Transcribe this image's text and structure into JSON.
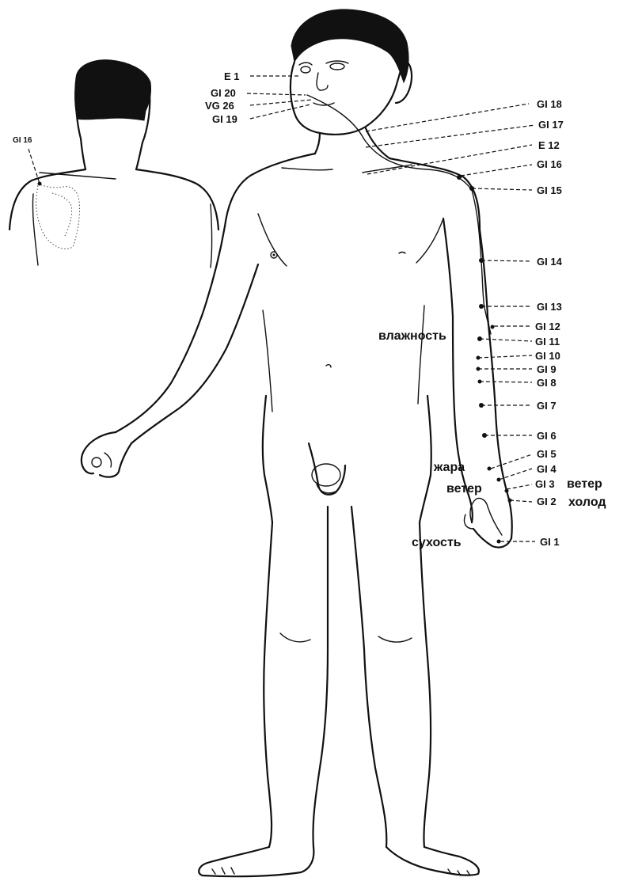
{
  "points": [
    {
      "id": "e1",
      "label": "E 1"
    },
    {
      "id": "gi20",
      "label": "GI 20"
    },
    {
      "id": "vg26",
      "label": "VG 26"
    },
    {
      "id": "gi19",
      "label": "GI 19"
    },
    {
      "id": "gi18",
      "label": "GI 18"
    },
    {
      "id": "gi17",
      "label": "GI 17"
    },
    {
      "id": "e12",
      "label": "E 12"
    },
    {
      "id": "gi16",
      "label": "GI 16"
    },
    {
      "id": "gi15",
      "label": "GI 15"
    },
    {
      "id": "gi14",
      "label": "GI 14"
    },
    {
      "id": "gi13",
      "label": "GI 13"
    },
    {
      "id": "gi12",
      "label": "GI 12"
    },
    {
      "id": "gi11",
      "label": "GI 11"
    },
    {
      "id": "gi10",
      "label": "GI 10"
    },
    {
      "id": "gi9",
      "label": "GI 9"
    },
    {
      "id": "gi8",
      "label": "GI 8"
    },
    {
      "id": "gi7",
      "label": "GI 7"
    },
    {
      "id": "gi6",
      "label": "GI 6"
    },
    {
      "id": "gi5",
      "label": "GI 5"
    },
    {
      "id": "gi4",
      "label": "GI 4"
    },
    {
      "id": "gi3",
      "label": "GI 3"
    },
    {
      "id": "gi2",
      "label": "GI 2"
    },
    {
      "id": "gi1",
      "label": "GI 1"
    },
    {
      "id": "back_gi16",
      "label": "GI 16"
    }
  ],
  "qualities": {
    "vlazhnost": "влажность",
    "zhara": "жара",
    "veter_left": "ветер",
    "veter_right": "ветер",
    "holod": "холод",
    "suhost": "сухость"
  }
}
